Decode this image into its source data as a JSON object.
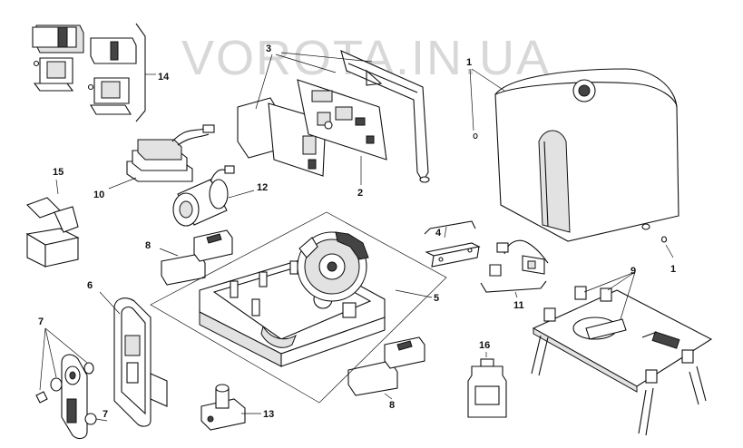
{
  "watermark": "VOROTA.IN.UA",
  "callouts": {
    "c1a": "1",
    "c1b": "1",
    "c2": "2",
    "c3": "3",
    "c4": "4",
    "c5": "5",
    "c6": "6",
    "c7a": "7",
    "c7b": "7",
    "c8a": "8",
    "c8b": "8",
    "c9": "9",
    "c10": "10",
    "c11": "11",
    "c12": "12",
    "c13": "13",
    "c14": "14",
    "c15": "15",
    "c16": "16"
  }
}
